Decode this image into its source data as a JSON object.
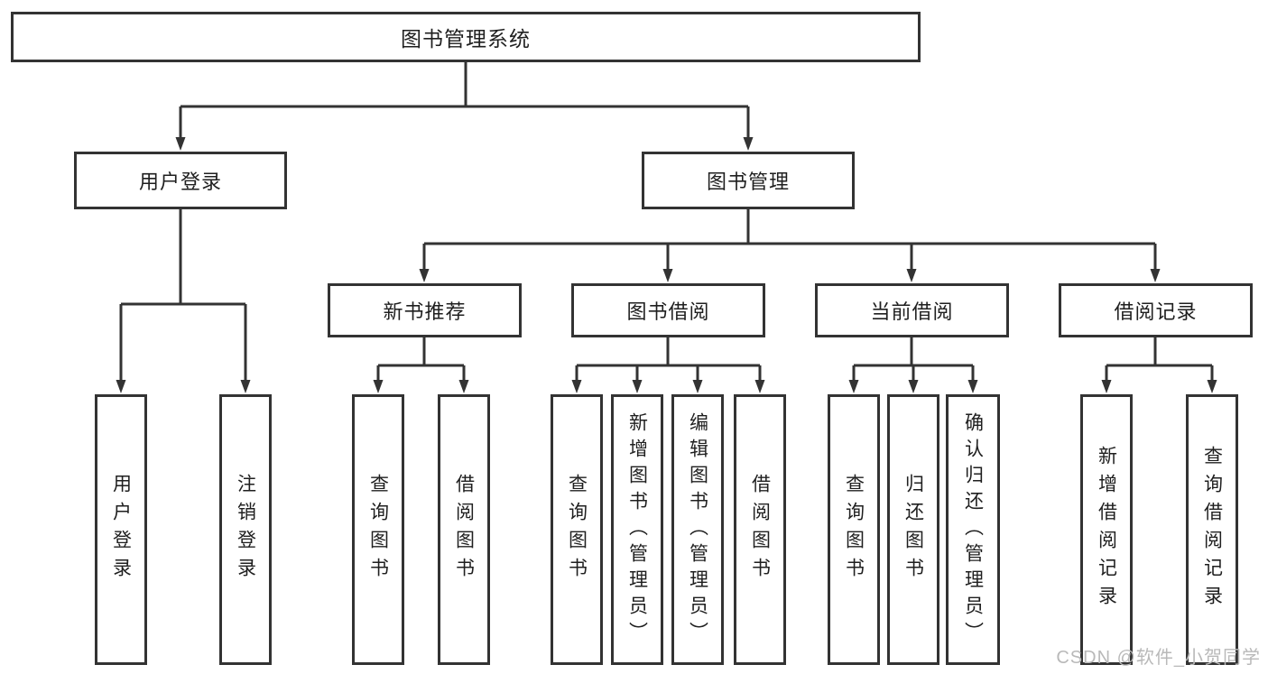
{
  "colors": {
    "line": "#333333",
    "box_border": "#333333",
    "text": "#1f1f1f",
    "background": "#ffffff",
    "watermark_text": "#b9b9b9"
  },
  "watermark": "CSDN @软件_小贺同学",
  "tree": {
    "label": "图书管理系统",
    "children": [
      {
        "label": "用户登录",
        "children": [
          {
            "label": "用户登录"
          },
          {
            "label": "注销登录"
          }
        ]
      },
      {
        "label": "图书管理",
        "children": [
          {
            "label": "新书推荐",
            "children": [
              {
                "label": "查询图书"
              },
              {
                "label": "借阅图书"
              }
            ]
          },
          {
            "label": "图书借阅",
            "children": [
              {
                "label": "查询图书"
              },
              {
                "label": "新增图书（管理员）"
              },
              {
                "label": "编辑图书（管理员）"
              },
              {
                "label": "借阅图书"
              }
            ]
          },
          {
            "label": "当前借阅",
            "children": [
              {
                "label": "查询图书"
              },
              {
                "label": "归还图书"
              },
              {
                "label": "确认归还（管理员）"
              }
            ]
          },
          {
            "label": "借阅记录",
            "children": [
              {
                "label": "新增借阅记录"
              },
              {
                "label": "查询借阅记录"
              }
            ]
          }
        ]
      }
    ]
  }
}
